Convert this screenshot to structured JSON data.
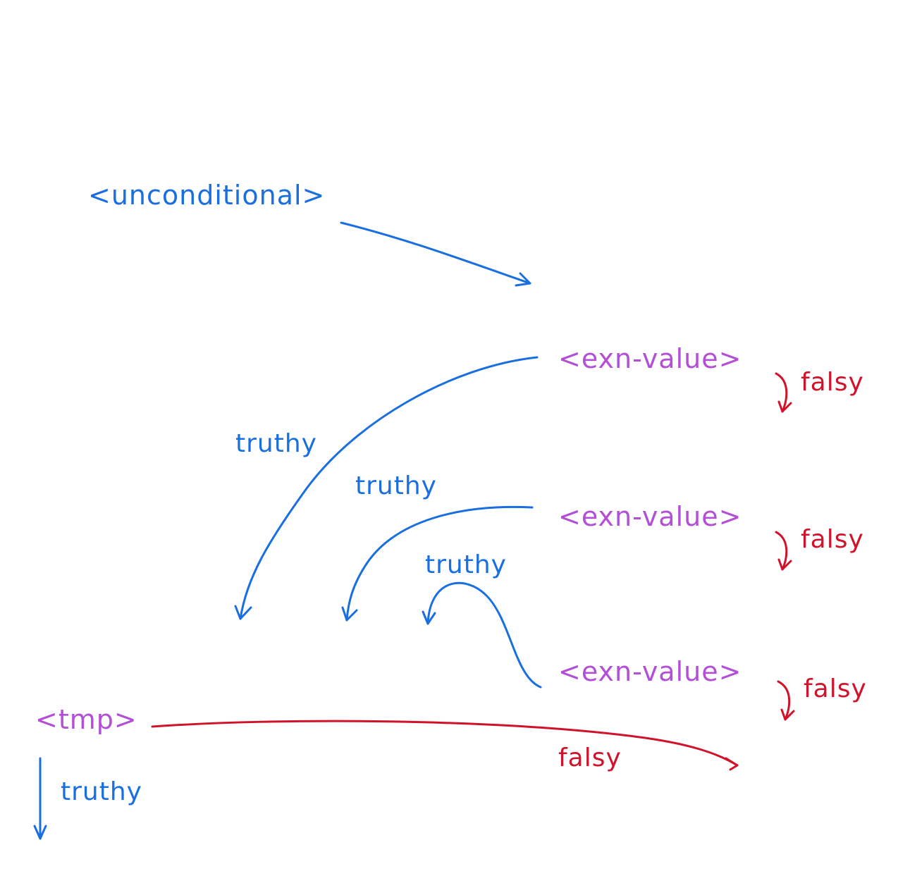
{
  "colors": {
    "truthy": "#1a6fe0",
    "falsy": "#d0132b",
    "value_node": "#b24fd6"
  },
  "nodes": {
    "unconditional": "<unconditional>",
    "exn_value_1": "<exn-value>",
    "exn_value_2": "<exn-value>",
    "exn_value_3": "<exn-value>",
    "tmp": "<tmp>"
  },
  "edges": {
    "truthy_1": "truthy",
    "truthy_2": "truthy",
    "truthy_3": "truthy",
    "truthy_tmp": "truthy",
    "falsy_1": "falsy",
    "falsy_2": "falsy",
    "falsy_3": "falsy",
    "falsy_tmp": "falsy"
  }
}
